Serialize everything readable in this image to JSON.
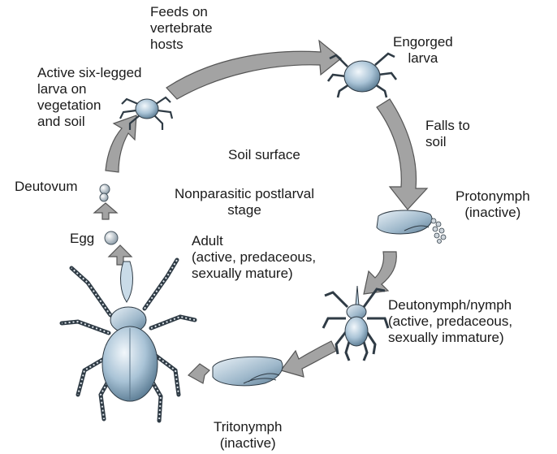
{
  "labels": {
    "feeds": "Feeds on\nvertebrate\nhosts",
    "engorged_larva": "Engorged\nlarva",
    "active_larva": "Active six-legged\nlarva on\nvegetation\nand soil",
    "falls_to_soil": "Falls to\nsoil",
    "soil_surface": "Soil surface",
    "nonparasitic": "Nonparasitic postlarval\nstage",
    "deutovum": "Deutovum",
    "egg": "Egg",
    "adult": "Adult\n(active, predaceous,\nsexually mature)",
    "protonymph": "Protonymph\n(inactive)",
    "deutonymph": "Deutonymph/nymph\n(active, predaceous,\nsexually immature)",
    "tritonymph": "Tritonymph\n(inactive)"
  },
  "colors": {
    "arrow_fill": "#a3a3a3",
    "arrow_stroke": "#555555",
    "body_light": "#dfeaf2",
    "body_dark": "#6f8fa6",
    "outline": "#2f3b45"
  }
}
